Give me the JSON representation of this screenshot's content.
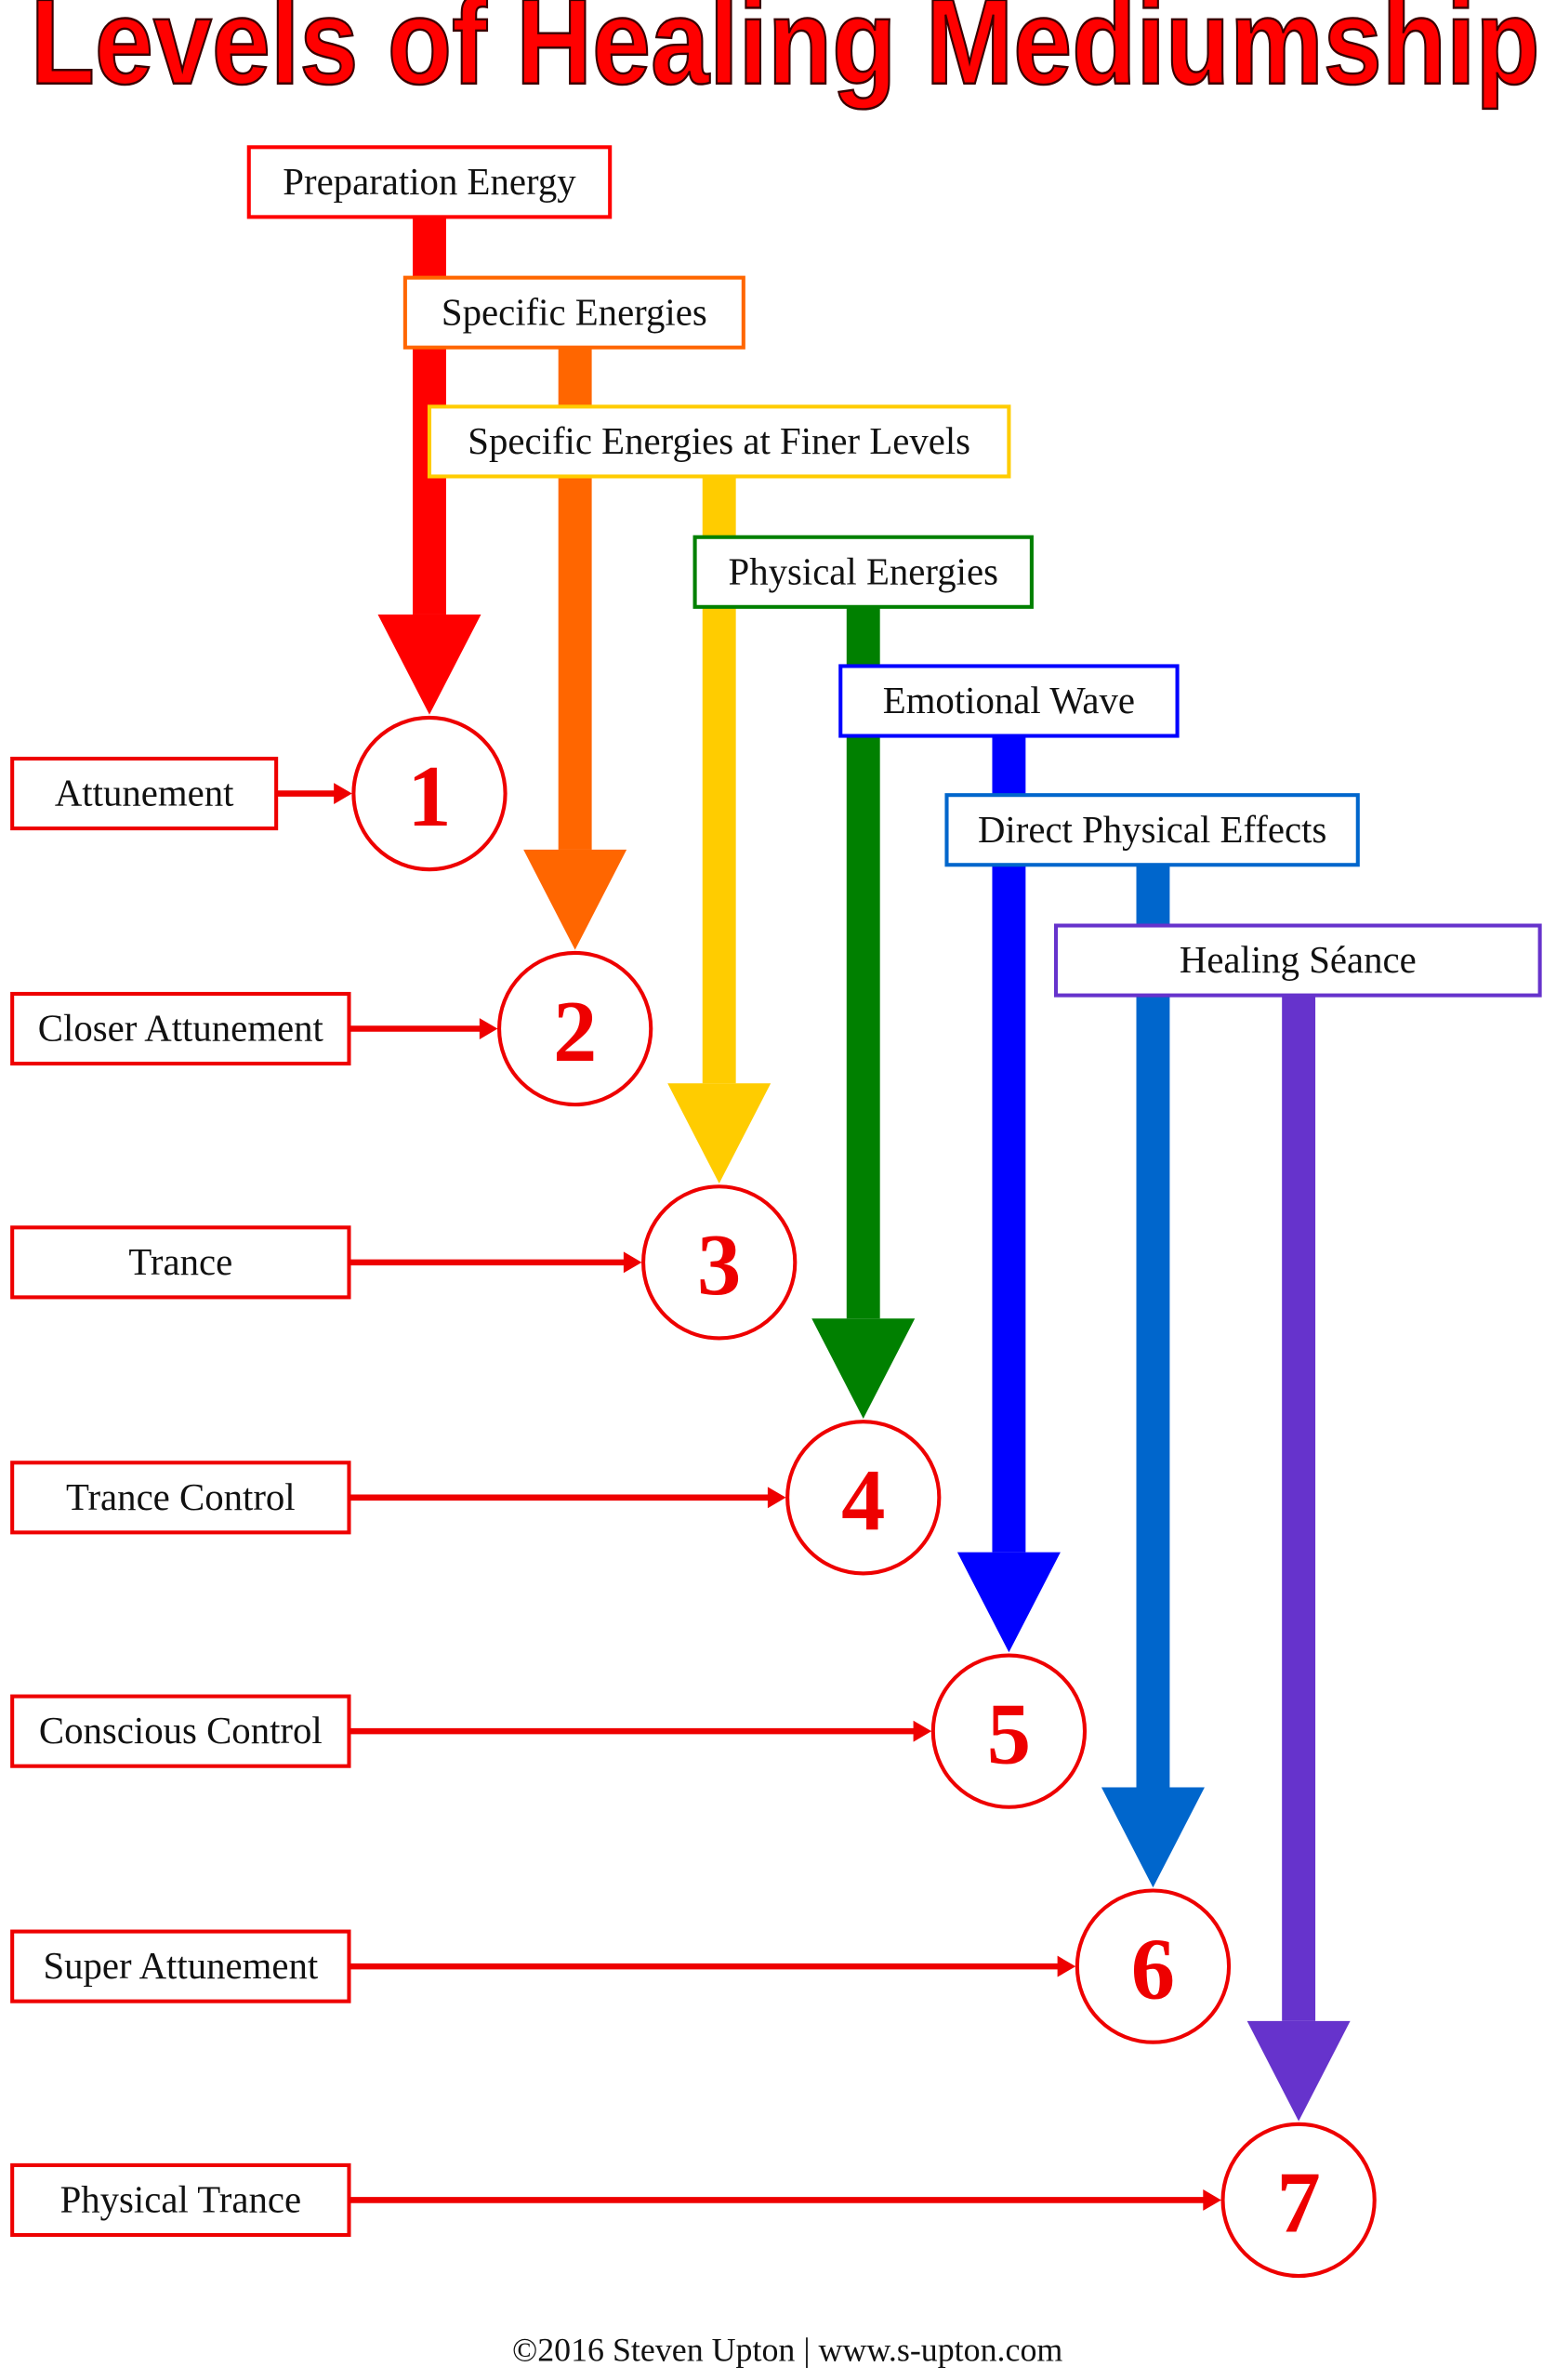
{
  "title": "Levels of Healing Mediumship",
  "energies": [
    {
      "label": "Preparation Energy",
      "color": "#ff0000"
    },
    {
      "label": "Specific Energies",
      "color": "#ff6600"
    },
    {
      "label": "Specific Energies at Finer Levels",
      "color": "#ffcc00"
    },
    {
      "label": "Physical Energies",
      "color": "#008000"
    },
    {
      "label": "Emotional Wave",
      "color": "#0000ff"
    },
    {
      "label": "Direct Physical Effects",
      "color": "#0066cc"
    },
    {
      "label": "Healing Séance",
      "color": "#6633cc"
    }
  ],
  "levels": [
    {
      "number": "1",
      "label": "Attunement"
    },
    {
      "number": "2",
      "label": "Closer Attunement"
    },
    {
      "number": "3",
      "label": "Trance"
    },
    {
      "number": "4",
      "label": "Trance Control"
    },
    {
      "number": "5",
      "label": "Conscious Control"
    },
    {
      "number": "6",
      "label": "Super Attunement"
    },
    {
      "number": "7",
      "label": "Physical Trance"
    }
  ],
  "level_color": "#ee0000",
  "footer": "©2016 Steven Upton | www.s-upton.com"
}
